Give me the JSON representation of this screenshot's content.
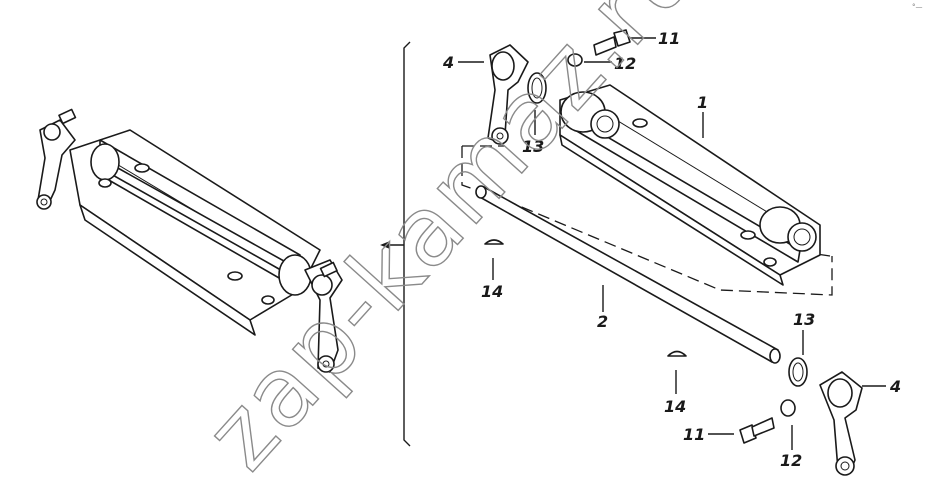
{
  "watermark": "zap-kamaz.ru",
  "corner_mark": "°—",
  "callouts": {
    "c1": "1",
    "c2": "2",
    "c4_top": "4",
    "c4_bottom": "4",
    "c11_top": "11",
    "c11_bottom": "11",
    "c12_top": "12",
    "c12_bottom": "12",
    "c13_top": "13",
    "c13_bottom": "13",
    "c14_top": "14",
    "c14_bottom": "14"
  }
}
